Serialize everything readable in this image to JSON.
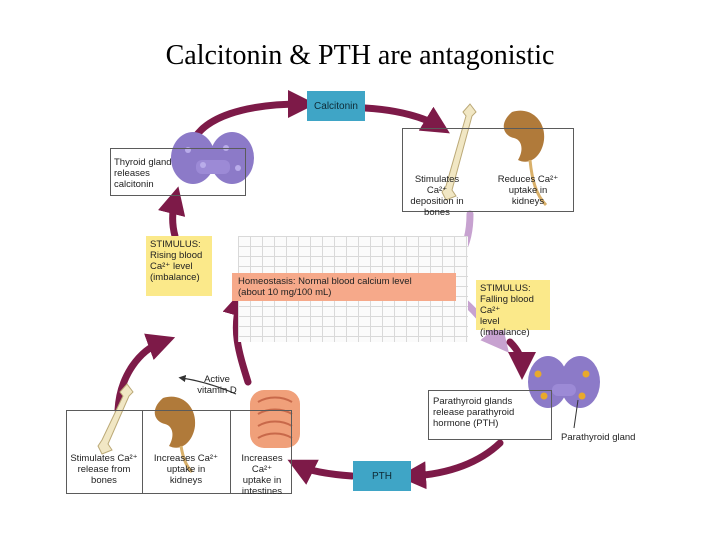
{
  "title": "Calcitonin & PTH are antagonistic",
  "nodes": {
    "calcitonin": "Calcitonin",
    "pth": "PTH",
    "thyroid_release": [
      "Thyroid gland",
      "releases",
      "calcitonin"
    ],
    "stim_bone_deposit": [
      "Stimulates Ca²⁺",
      "deposition in",
      "bones"
    ],
    "reduce_kidney": [
      "Reduces Ca²⁺",
      "uptake in",
      "kidneys"
    ],
    "stimulus_rising": [
      "STIMULUS:",
      "Rising blood",
      "Ca²⁺ level",
      "(imbalance)"
    ],
    "homeostasis": [
      "Homeostasis: Normal blood calcium level",
      "(about 10 mg/100 mL)"
    ],
    "stimulus_falling": [
      "STIMULUS:",
      "Falling blood Ca²⁺",
      "level (imbalance)"
    ],
    "active_vitd": [
      "Active",
      "vitamin D"
    ],
    "parathyroid_release": [
      "Parathyroid glands",
      "release parathyroid",
      "hormone (PTH)"
    ],
    "parathyroid_gland": "Parathyroid gland",
    "stim_bone_release": [
      "Stimulates Ca²⁺",
      "release from",
      "bones"
    ],
    "increase_kidney": [
      "Increases Ca²⁺",
      "uptake in",
      "kidneys"
    ],
    "increase_intestine": [
      "Increases Ca²⁺",
      "uptake in",
      "intestines"
    ]
  },
  "colors": {
    "arrow": "#7d1a48",
    "arrow_light": "#c7a2d0",
    "teal": "#3fa5c6",
    "stimulus": "#fbe98a",
    "homeostasis": "#f6a98a",
    "thyroid": "#8c7ac8",
    "kidney": "#b07a3a",
    "bone": "#f1e7c4",
    "intestine": "#f0a07a"
  },
  "icons": [
    "thyroid-icon",
    "bone-icon",
    "kidney-icon",
    "intestine-icon",
    "parathyroid-icon"
  ]
}
